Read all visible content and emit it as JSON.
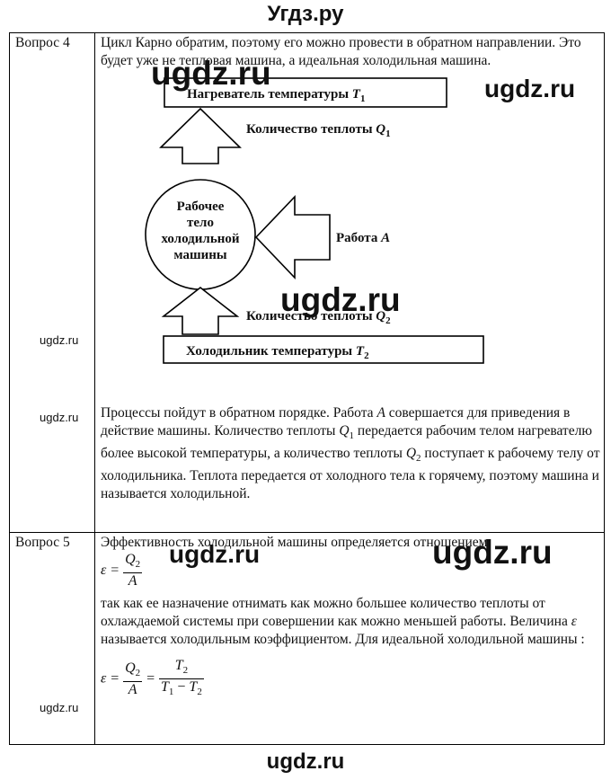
{
  "site": {
    "title": "Угдз.ру",
    "footer": "ugdz.ru"
  },
  "watermarks": {
    "big": "ugdz.ru",
    "small": "ugdz.ru"
  },
  "q4": {
    "label": "Вопрос 4",
    "intro": "Цикл Карно обратим, поэтому его можно провести в обратном направлении. Это будет уже не тепловая машина, а идеальная холодильная машина.",
    "diagram": {
      "heater": "Нагреватель температуры",
      "heater_sym": "T",
      "heater_sub": "1",
      "q1_label": "Количество теплоты",
      "q1_sym": "Q",
      "q1_sub": "1",
      "body_line1": "Рабочее",
      "body_line2": "тело",
      "body_line3": "холодильной",
      "body_line4": "машины",
      "work_label": "Работа",
      "work_sym": "A",
      "q2_label": "Количество теплоты",
      "q2_sym": "Q",
      "q2_sub": "2",
      "cooler": "Холодильник температуры",
      "cooler_sym": "T",
      "cooler_sub": "2"
    },
    "text_a": "Процессы пойдут в обратном порядке. Работа ",
    "text_a_sym": "A",
    "text_b": " совершается для приведения в действие машины. Количество теплоты ",
    "text_b_sym": "Q",
    "text_b_sub": "1",
    "text_c": " передается рабочим телом нагревателю более высокой температуры, а количество теплоты ",
    "text_c_sym": "Q",
    "text_c_sub": "2",
    "text_d": " поступает к рабочему телу от холодильника. Теплота передается от холодного тела к горячему, поэтому машина и называется холодильной."
  },
  "q5": {
    "label": "Вопрос 5",
    "line1": "Эффективность холодильной машины определяется отношением",
    "f1": {
      "lhs": "ε =",
      "num": "Q",
      "num_sub": "2",
      "den": "A"
    },
    "text2": " так как ее назначение отнимать как можно большее количество теплоты от охлаждаемой системы при совершении как можно меньшей работы. Величина ",
    "text2_sym": "ε",
    "text3": " называется холодильным коэффициентом. Для идеальной холодильной машины :",
    "f2": {
      "lhs": "ε =",
      "num1": "Q",
      "num1_sub": "2",
      "den1": "A",
      "eq": "=",
      "num2": "T",
      "num2_sub": "2",
      "den2a": "T",
      "den2a_sub": "1",
      "den2_minus": " − ",
      "den2b": "T",
      "den2b_sub": "2"
    }
  }
}
